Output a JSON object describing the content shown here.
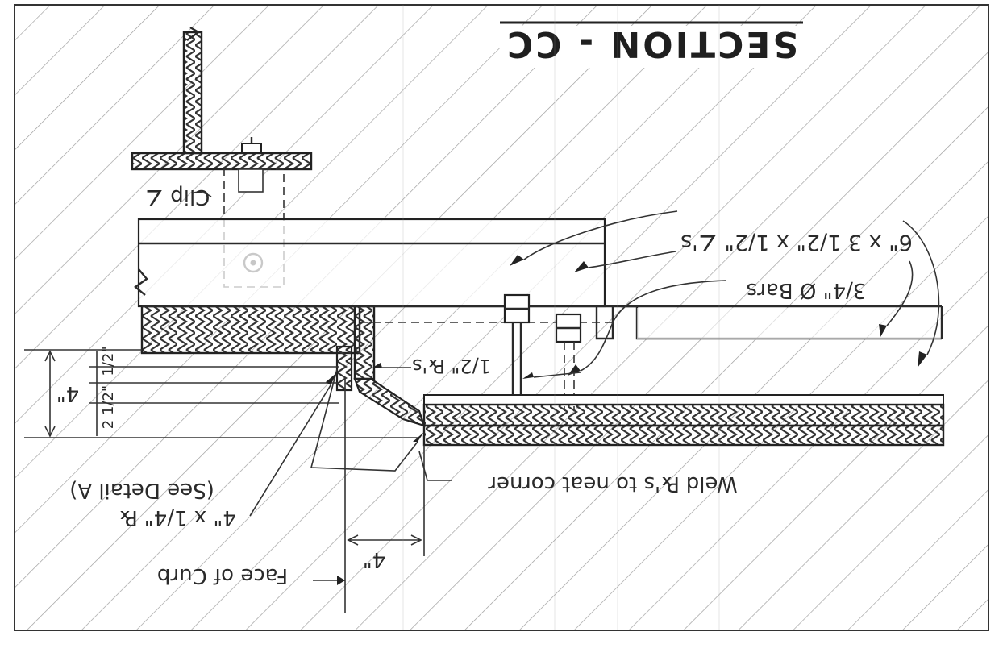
{
  "drawing": {
    "title": "SECTION - CC",
    "orientation": "rotated 180 degrees",
    "labels": {
      "clip_angle": "Clip ∠",
      "angles": "6\" x 3 1/2\" x 1/2\" ∠'s",
      "bars": "3/4\" Ø Bars",
      "plates_half": "1/2\" ℞'s",
      "weld_note": "Weld ℞'s to neat corner",
      "plate_4x1_4": "4\" x 1/4\" ℞",
      "see_detail": "(See Detail A)",
      "face_of_curb": "Face of Curb",
      "dim_4_horizontal": "4\"",
      "dim_4_vertical": "4\"",
      "dim_1_half": "1/2\"",
      "dim_2_half": "2 1/2\""
    }
  }
}
